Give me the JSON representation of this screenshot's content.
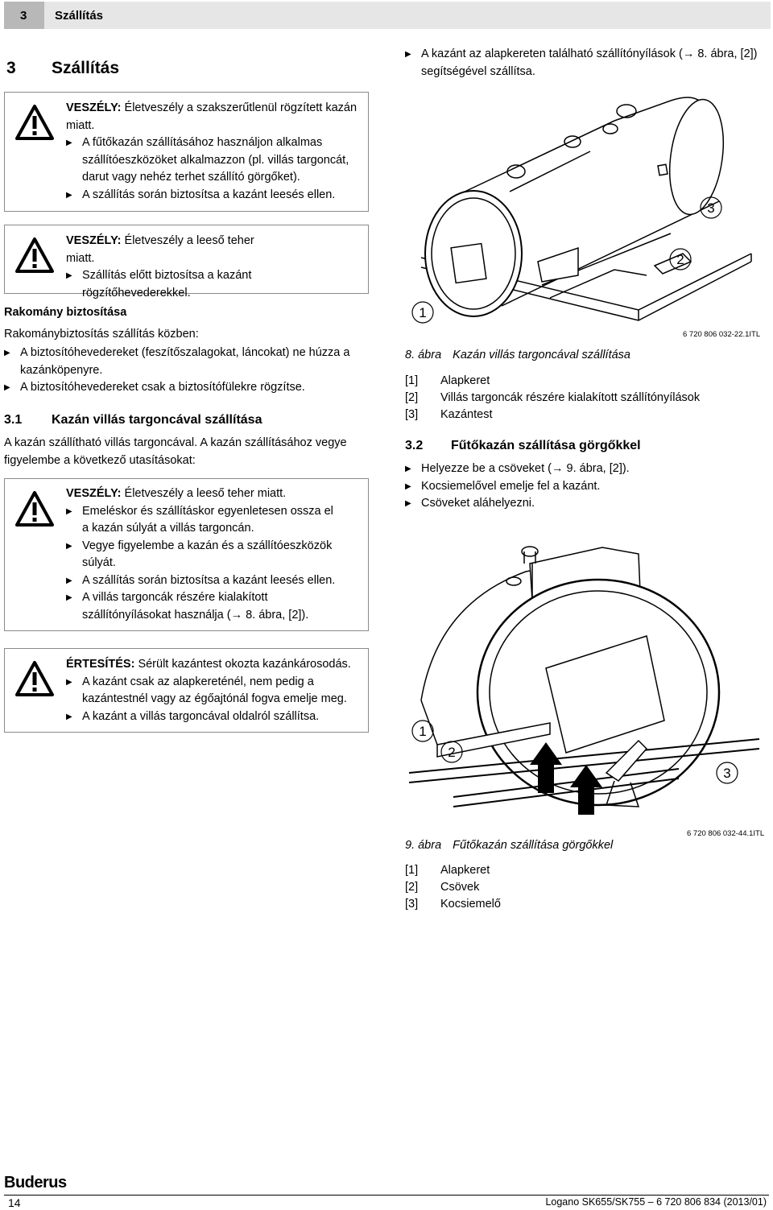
{
  "header": {
    "chapter_number": "3",
    "chapter_title": "Szállítás"
  },
  "section_3": {
    "number": "3",
    "title": "Szállítás"
  },
  "warning1": {
    "label": "VESZÉLY:",
    "text": "Életveszély a szakszerűtlenül rögzített kazán miatt.",
    "items": [
      "A fűtőkazán szállításához használjon alkalmas szállítóeszközöket alkalmazzon (pl. villás targoncát, darut vagy nehéz terhet szállító görgőket).",
      "A szállítás során biztosítsa a kazánt leesés ellen."
    ]
  },
  "warning2": {
    "label": "VESZÉLY:",
    "text": "Életveszély a leeső teher miatt.",
    "items": [
      "Szállítás előtt biztosítsa a kazánt rögzítőhevederekkel."
    ]
  },
  "cargo": {
    "heading": "Rakomány biztosítása",
    "intro": "Rakománybiztosítás szállítás közben:",
    "items": [
      "A biztosítóhevedereket (feszítőszalagokat, láncokat) ne húzza a kazánköpenyre.",
      "A biztosítóhevedereket csak a biztosítófülekre rögzítse."
    ]
  },
  "section_31": {
    "number": "3.1",
    "title": "Kazán villás targoncával szállítása",
    "text": "A kazán szállítható villás targoncával. A kazán szállításához vegye figyelembe a következő utasításokat:"
  },
  "warning3": {
    "label": "VESZÉLY:",
    "text": "Életveszély a leeső teher miatt.",
    "items": [
      "Emeléskor és szállításkor egyenletesen ossza el a kazán súlyát a villás targoncán.",
      "Vegye figyelembe a kazán és a szállítóeszközök súlyát.",
      "A szállítás során biztosítsa a kazánt leesés ellen.",
      "A villás targoncák részére kialakított szállítónyílásokat használja (→ 8. ábra, [2])."
    ]
  },
  "notice": {
    "label": "ÉRTESÍTÉS:",
    "text": "Sérült kazántest okozta kazánkárosodás.",
    "items": [
      "A kazánt csak az alapkereténél, nem pedig a kazántestnél vagy az égőajtónál fogva emelje meg.",
      "A kazánt a villás targoncával oldalról szállítsa."
    ]
  },
  "right_top_item": "A kazánt az alapkereten található szállítónyílások (→ 8. ábra, [2]) segítségével szállítsa.",
  "figure8": {
    "id": "6 720 806 032-22.1ITL",
    "callouts": [
      "1",
      "2",
      "3"
    ],
    "caption_num": "8. ábra",
    "caption": "Kazán villás targoncával szállítása",
    "legend": [
      {
        "key": "[1]",
        "text": "Alapkeret"
      },
      {
        "key": "[2]",
        "text": "Villás targoncák részére kialakított szállítónyílások"
      },
      {
        "key": "[3]",
        "text": "Kazántest"
      }
    ]
  },
  "section_32": {
    "number": "3.2",
    "title": "Fűtőkazán szállítása görgőkkel",
    "items": [
      "Helyezze be a csöveket (→ 9. ábra, [2]).",
      "Kocsiemelővel emelje fel a kazánt.",
      "Csöveket aláhelyezni."
    ]
  },
  "figure9": {
    "id": "6 720 806 032-44.1ITL",
    "callouts": [
      "1",
      "2",
      "3"
    ],
    "caption_num": "9. ábra",
    "caption": "Fűtőkazán szállítása görgőkkel",
    "legend": [
      {
        "key": "[1]",
        "text": "Alapkeret"
      },
      {
        "key": "[2]",
        "text": "Csövek"
      },
      {
        "key": "[3]",
        "text": "Kocsiemelő"
      }
    ]
  },
  "footer": {
    "logo": "Buderus",
    "page_number": "14",
    "doc_info": "Logano SK655/SK755 – 6 720 806 834 (2013/01)"
  }
}
